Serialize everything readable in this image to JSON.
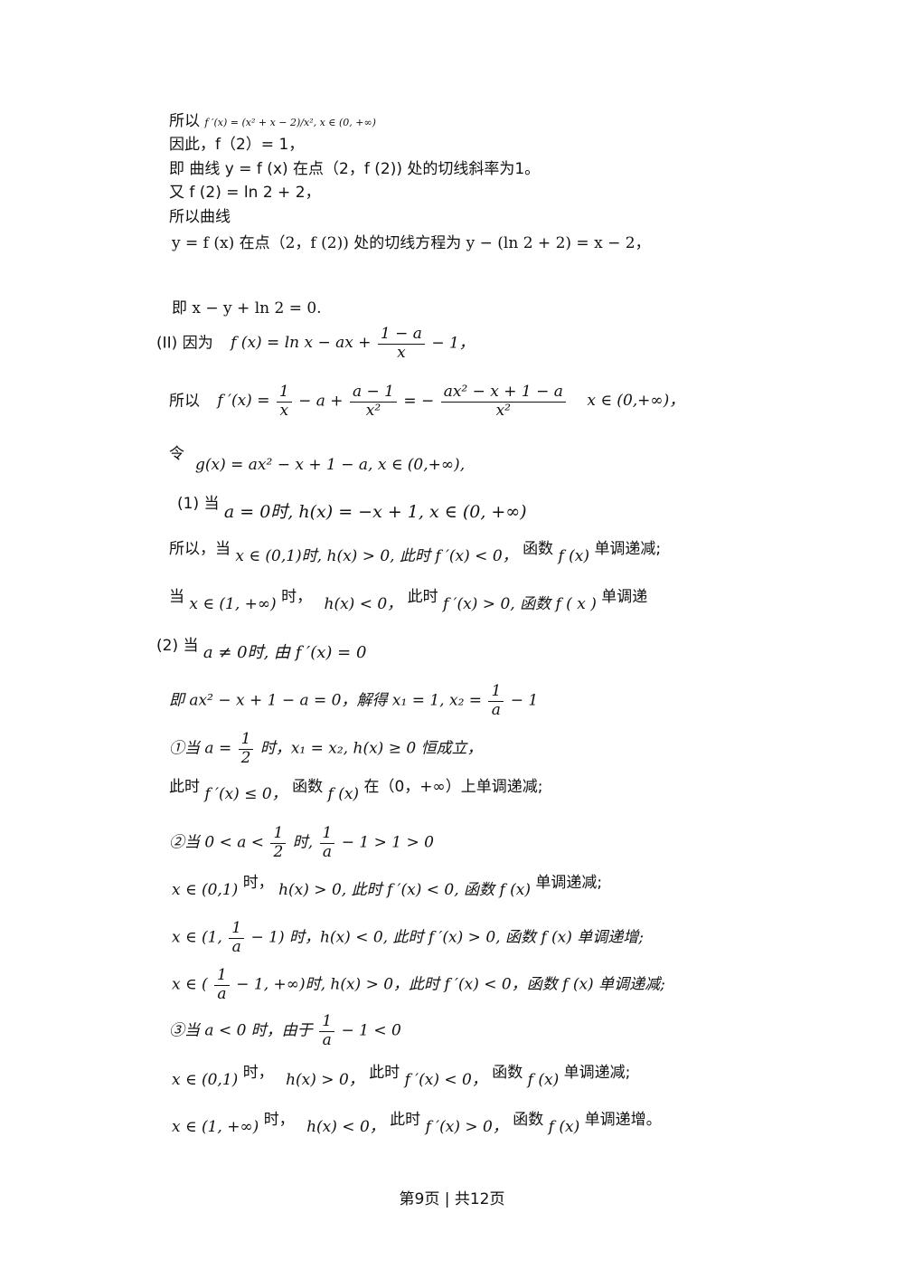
{
  "lines": {
    "l1_a": "所以",
    "l1_b": "f ′(x) = (x² + x − 2)/x², x ∈ (0, +∞)",
    "l2": "因此，f（2）= 1，",
    "l3": "即 曲线 y = f (x) 在点（2，f (2)) 处的切线斜率为1。",
    "l4": "又  f (2) = ln 2 + 2，",
    "l5": "所以曲线",
    "l6": "y = f (x) 在点（2，f (2)) 处的切线方程为 y − (ln 2 + 2) = x − 2，",
    "l7": "即 x − y + ln 2 = 0.",
    "l8_a": "(II) 因为",
    "l8_b": "f (x) = ln x − ax +",
    "l8_num": "1 − a",
    "l8_den": "x",
    "l8_c": "− 1，",
    "l9_a": "所以",
    "l9_b": "f ′(x) =",
    "l9_f1n": "1",
    "l9_f1d": "x",
    "l9_c": "− a +",
    "l9_f2n": "a − 1",
    "l9_f2d": "x²",
    "l9_d": "= −",
    "l9_f3n": "ax² − x + 1 − a",
    "l9_f3d": "x²",
    "l9_e": "x ∈ (0,+∞)，",
    "l10_a": "令",
    "l10_b": "g(x) = ax² − x + 1 − a, x ∈ (0,+∞),",
    "l11_a": "(1) 当",
    "l11_b": "a = 0时, h(x) = −x + 1, x ∈ (0, +∞)",
    "l12_a": "所以，当",
    "l12_b": "x ∈ (0,1)时, h(x) > 0, 此时 f ′(x) < 0，",
    "l12_c": "函数",
    "l12_d": "f (x)",
    "l12_e": "单调递减;",
    "l13_a": "当",
    "l13_b": "x ∈ (1, +∞)",
    "l13_c": "时，",
    "l13_d": "h(x) < 0，",
    "l13_e": "此时",
    "l13_f": "f ′(x) > 0, 函数 f ( x )",
    "l13_g": "单调递",
    "l14_a": "(2) 当",
    "l14_b": "a ≠ 0时, 由 f ′(x) = 0",
    "l15_a": "即 ax² − x + 1 − a = 0，解得 x₁ = 1, x₂ =",
    "l15_num": "1",
    "l15_den": "a",
    "l15_b": "− 1",
    "l16_a": "①当 a =",
    "l16_num": "1",
    "l16_den": "2",
    "l16_b": "时，x₁ = x₂, h(x) ≥ 0 恒成立，",
    "l17_a": "此时",
    "l17_b": "f ′(x) ≤ 0，",
    "l17_c": "函数",
    "l17_d": "f (x)",
    "l17_e": "在（0，+∞）上单调递减;",
    "l18_a": "②当 0 < a <",
    "l18_n1": "1",
    "l18_d1": "2",
    "l18_b": "时,",
    "l18_n2": "1",
    "l18_d2": "a",
    "l18_c": "− 1 > 1 > 0",
    "l19_a": "x ∈ (0,1)",
    "l19_b": "时，",
    "l19_c": "h(x) > 0, 此时 f ′(x) < 0, 函数 f (x)",
    "l19_d": "单调递减;",
    "l20_a": "x ∈ (1,",
    "l20_num": "1",
    "l20_den": "a",
    "l20_b": "− 1) 时，h(x) < 0, 此时 f ′(x) > 0, 函数 f (x) 单调递增;",
    "l21_a": "x ∈ (",
    "l21_num": "1",
    "l21_den": "a",
    "l21_b": "− 1, +∞)时, h(x) > 0，此时 f ′(x) < 0，函数 f (x) 单调递减;",
    "l22_a": "③当 a < 0 时，由于",
    "l22_num": "1",
    "l22_den": "a",
    "l22_b": "− 1 < 0",
    "l23_a": "x ∈ (0,1)",
    "l23_b": "时，",
    "l23_c": "h(x) > 0，",
    "l23_d": "此时",
    "l23_e": "f ′(x) < 0，",
    "l23_f": "函数",
    "l23_g": "f (x)",
    "l23_h": "单调递减;",
    "l24_a": "x ∈ (1, +∞)",
    "l24_b": "时，",
    "l24_c": "h(x) < 0，",
    "l24_d": "此时",
    "l24_e": "f ′(x) > 0，",
    "l24_f": "函数",
    "l24_g": "f (x)",
    "l24_h": "单调递增。"
  },
  "footer": "第9页 | 共12页"
}
